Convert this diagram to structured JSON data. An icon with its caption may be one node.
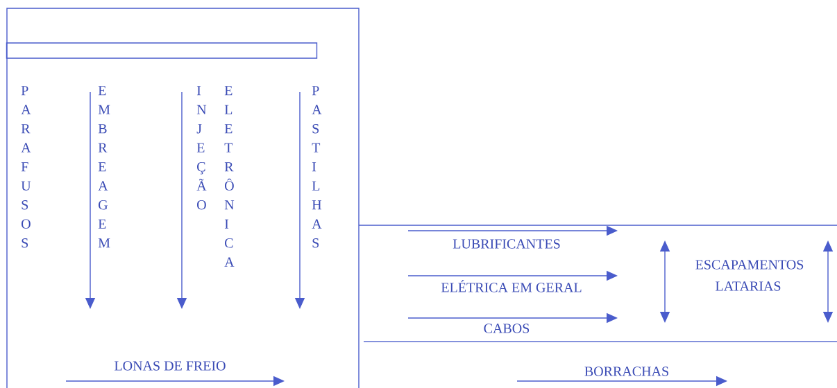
{
  "diagram": {
    "nodes": [
      {
        "text": [],
        "shape": "bar"
      }
    ],
    "labels": [
      "PARAFUSOS",
      "EMBREAGEM",
      "INJEÇÃO",
      "ELETRÔNICA",
      "PASTILHAS",
      "LUBRIFICANTES",
      "ESCAPAMENTOS",
      "ELÉTRICA EM GERAL",
      "LATARIAS",
      "CABOS",
      "LONAS DE FREIO",
      "BORRACHAS"
    ]
  }
}
